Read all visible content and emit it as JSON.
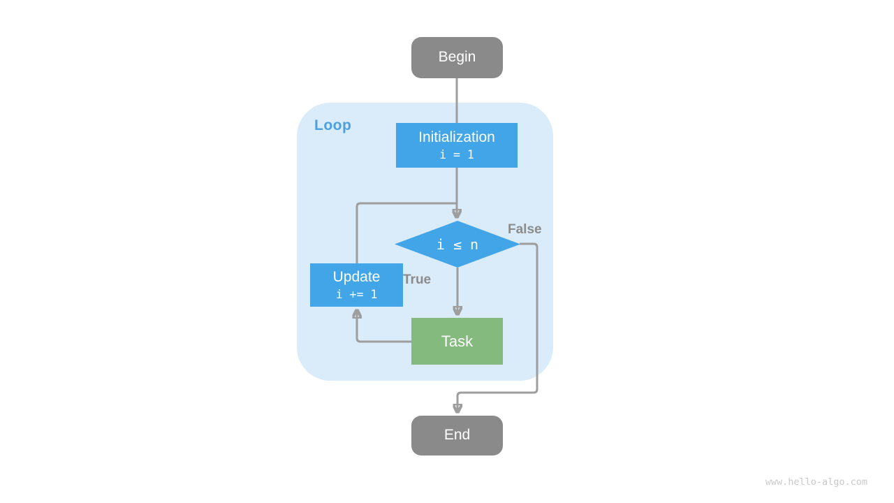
{
  "nodes": {
    "begin": {
      "label": "Begin"
    },
    "init": {
      "label": "Initialization",
      "code": "i = 1"
    },
    "condition": {
      "label": "i ≤ n"
    },
    "update": {
      "label": "Update",
      "code": "i += 1"
    },
    "task": {
      "label": "Task"
    },
    "end": {
      "label": "End"
    }
  },
  "labels": {
    "loop": "Loop",
    "true": "True",
    "false": "False"
  },
  "watermark": "www.hello-algo.com",
  "colors": {
    "node_blue": "#42a5e8",
    "node_green": "#84ba7d",
    "node_gray": "#8a8a8a",
    "loop_background": "#daebf9",
    "loop_label_blue": "#4aa0e0",
    "edge_gray": "#9e9e9e",
    "edge_label_gray": "#8c8c8c",
    "watermark_gray": "#c9c9c9"
  }
}
